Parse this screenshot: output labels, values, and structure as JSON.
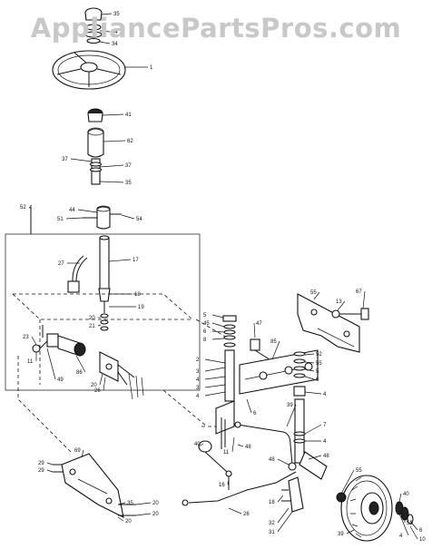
{
  "watermark": "AppliancePartsPros.com",
  "callouts": [
    "35",
    "34",
    "34",
    "1",
    "41",
    "62",
    "37",
    "37",
    "35",
    "44",
    "51",
    "54",
    "52",
    "17",
    "27",
    "18",
    "19",
    "20",
    "21",
    "23",
    "11",
    "49",
    "86",
    "20",
    "26",
    "5",
    "45",
    "47",
    "6",
    "8",
    "3",
    "4",
    "85",
    "2",
    "3",
    "4",
    "6",
    "16",
    "40",
    "48",
    "11",
    "48",
    "26",
    "18",
    "39",
    "52",
    "55",
    "5",
    "6",
    "4",
    "7",
    "4",
    "48",
    "13",
    "67",
    "55",
    "55",
    "40",
    "53",
    "32",
    "31",
    "35",
    "20",
    "20",
    "20",
    "69",
    "29",
    "29",
    "39",
    "6",
    "10",
    "4"
  ]
}
